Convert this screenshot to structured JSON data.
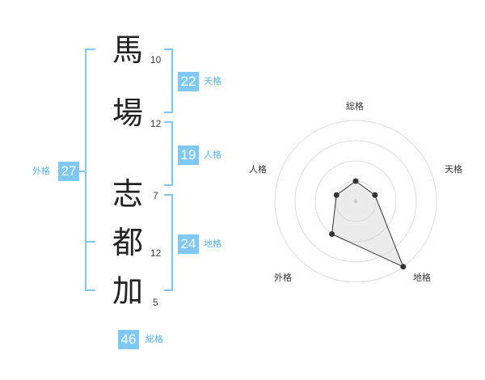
{
  "name_chars": [
    {
      "char": "馬",
      "strokes": "10"
    },
    {
      "char": "場",
      "strokes": "12"
    },
    {
      "char": "志",
      "strokes": "7"
    },
    {
      "char": "都",
      "strokes": "12"
    },
    {
      "char": "加",
      "strokes": "5"
    }
  ],
  "kaku": {
    "tenkaku": {
      "value": "22",
      "label": "天格"
    },
    "jinkaku": {
      "value": "19",
      "label": "人格"
    },
    "chikaku": {
      "value": "24",
      "label": "地格"
    },
    "gaikaku": {
      "value": "27",
      "label": "外格"
    },
    "soukaku": {
      "value": "46",
      "label": "総格"
    }
  },
  "colors": {
    "accent": "#7ec8f2",
    "accent_text": "#5bb6ea",
    "ring": "#dddddd"
  },
  "chart_data": {
    "type": "radar",
    "axes": [
      "総格",
      "天格",
      "地格",
      "外格",
      "人格"
    ],
    "max": 4,
    "rings": 4,
    "values": [
      1,
      1,
      4,
      2,
      1
    ]
  }
}
